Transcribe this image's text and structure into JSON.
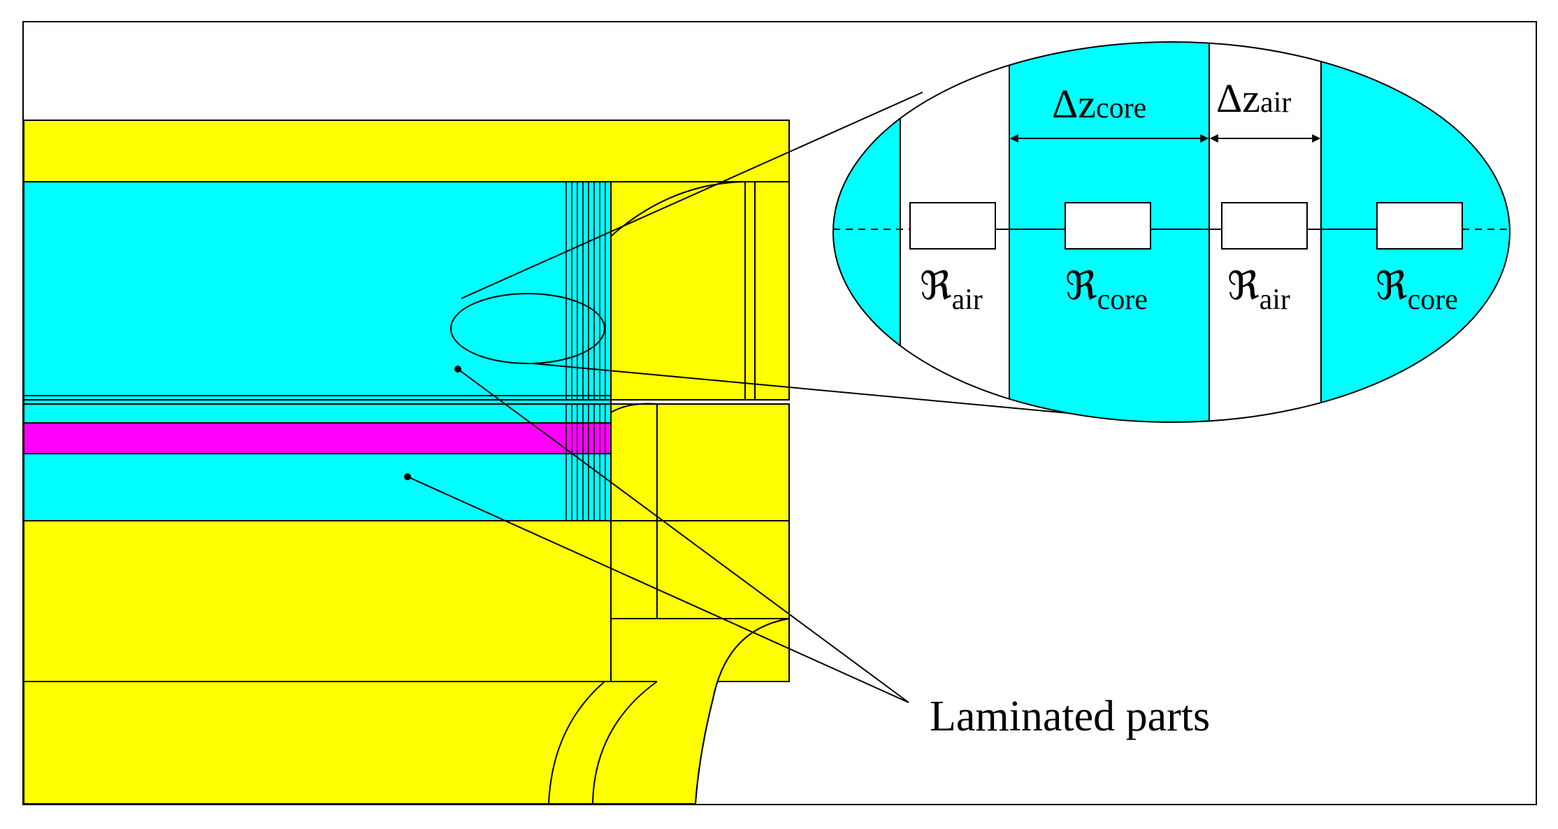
{
  "colors": {
    "steel": "#ffff00",
    "laminated": "#00ffff",
    "magnet": "#ff00ff",
    "line": "#000000",
    "background": "#ffffff"
  },
  "callout_label": "Laminated parts",
  "inset": {
    "delta_z_core": {
      "base": "Δz",
      "sub": "core"
    },
    "delta_z_air": {
      "base": "Δz",
      "sub": "air"
    },
    "reluctances": [
      {
        "symbol": "ℜ",
        "sub": "air"
      },
      {
        "symbol": "ℜ",
        "sub": "core"
      },
      {
        "symbol": "ℜ",
        "sub": "air"
      },
      {
        "symbol": "ℜ",
        "sub": "core"
      }
    ]
  }
}
